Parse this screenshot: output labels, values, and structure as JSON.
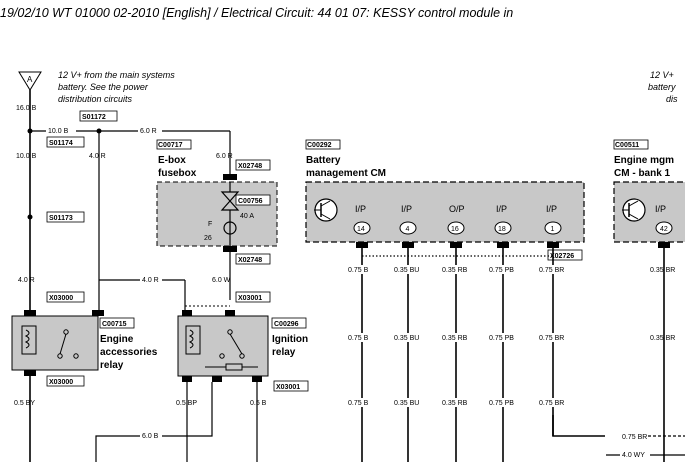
{
  "title": "19/02/10  WT 01000 02-2010 [English] / Electrical Circuit: 44 01 07: KESSY control module in",
  "supply_note": [
    "12 V+ from the main systems",
    "battery. See the power",
    "distribution circuits"
  ],
  "supply_note_right": [
    "12 V+",
    "battery",
    "dis"
  ],
  "ground_symbol_letter": "A",
  "splices": {
    "s01172": "S01172",
    "s01174": "S01174",
    "s01173": "S01173"
  },
  "connectors": {
    "x02748_top": "X02748",
    "x02748_bottom": "X02748",
    "x03000_top": "X03000",
    "x03000_bottom": "X03000",
    "x03001_top": "X03001",
    "x03001_bottom": "X03001",
    "x02726": "X02726"
  },
  "components": {
    "c00717": {
      "id": "C00717",
      "name_1": "E-box",
      "name_2": "fusebox"
    },
    "c00756": {
      "id": "C00756",
      "rating": "40 A",
      "fuse_letter": "F",
      "fuse_number": "26"
    },
    "c00292": {
      "id": "C00292",
      "name_1": "Battery",
      "name_2": "management CM"
    },
    "c00511": {
      "id": "C00511",
      "name_1": "Engine mgm",
      "name_2": "CM - bank 1"
    },
    "c00715": {
      "id": "C00715",
      "name_1": "Engine",
      "name_2": "accessories",
      "name_3": "relay"
    },
    "c00296": {
      "id": "C00296",
      "name_1": "Ignition",
      "name_2": "relay"
    }
  },
  "bcm_pins": [
    {
      "type": "I/P",
      "num": "14"
    },
    {
      "type": "I/P",
      "num": "4"
    },
    {
      "type": "O/P",
      "num": "16"
    },
    {
      "type": "I/P",
      "num": "18"
    },
    {
      "type": "I/P",
      "num": "1"
    }
  ],
  "ecm_pin": {
    "type": "I/P",
    "num": "42"
  },
  "wires": {
    "w16b": "16.0 B",
    "w10b_a": "10.0 B",
    "w10b_b": "10.0 B",
    "w6r_a": "6.0 R",
    "w6r_b": "6.0 R",
    "w4r_a": "4.0 R",
    "w4r_b": "4.0 R",
    "w4r_c": "4.0 R",
    "w6w": "6.0 W",
    "w05by": "0.5 BY",
    "w05bp": "0.5 BP",
    "w05b": "0.5 B",
    "w6b": "6.0 B",
    "row1": [
      "0.75 B",
      "0.35 BU",
      "0.35 RB",
      "0.75 PB",
      "0.75 BR"
    ],
    "row2": [
      "0.75 B",
      "0.35 BU",
      "0.35 RB",
      "0.75 PB",
      "0.75 BR"
    ],
    "row3": [
      "0.75 B",
      "0.35 BU",
      "0.35 RB",
      "0.75 PB",
      "0.75 BR"
    ],
    "ecm_row1": "0.35 BR",
    "ecm_row2": "0.35 BR",
    "right_br": "0.75 BR",
    "right_wy": "4.0 WY"
  }
}
